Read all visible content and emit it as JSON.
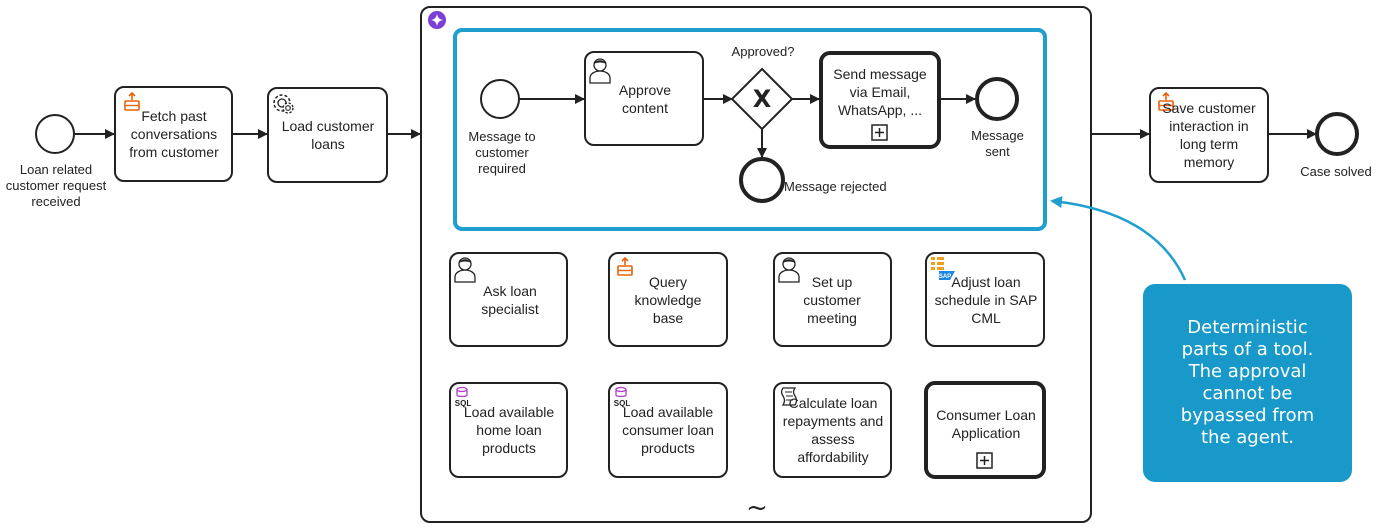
{
  "events": {
    "start_label": "Loan related customer request received",
    "end_label": "Case solved",
    "inner_start_label": "Message to customer required",
    "inner_end_label": "Message sent",
    "rejected_label": "Message rejected"
  },
  "gateway": {
    "label": "Approved?",
    "symbol": "X"
  },
  "tasks": {
    "fetch": "Fetch past conversations from customer",
    "load_loans": "Load customer loans",
    "approve": "Approve content",
    "send": "Send message via Email, WhatsApp, ...",
    "save": "Save customer interaction in long term memory",
    "ask_specialist": "Ask loan specialist",
    "query_kb": "Query knowledge base",
    "setup_meeting": "Set up customer meeting",
    "adjust_schedule": "Adjust loan schedule in SAP CML",
    "home_loan": "Load available home loan products",
    "consumer_loan": "Load available consumer loan products",
    "calc": "Calculate loan repayments and assess affordability",
    "application": "Consumer Loan Application"
  },
  "markers": {
    "sql": "SQL",
    "sap": "SAP",
    "adhoc": "~"
  },
  "callout": {
    "text": "Deterministic parts of a tool. The approval cannot be bypassed from the agent.",
    "color": "#1899c9"
  },
  "colors": {
    "stroke": "#222222",
    "highlight": "#1f9fcf",
    "agent": "#7b3fd6",
    "memory": "#e8630a",
    "sql": "#b13fcf",
    "sap": "#1d86e0"
  },
  "icons": {
    "agent": "sparkle-icon",
    "memory": "memory-icon",
    "service": "gear-icon",
    "user": "user-icon",
    "sql": "sql-icon",
    "script": "script-icon",
    "sap": "sap-icon",
    "subprocess": "plus-box-icon"
  }
}
